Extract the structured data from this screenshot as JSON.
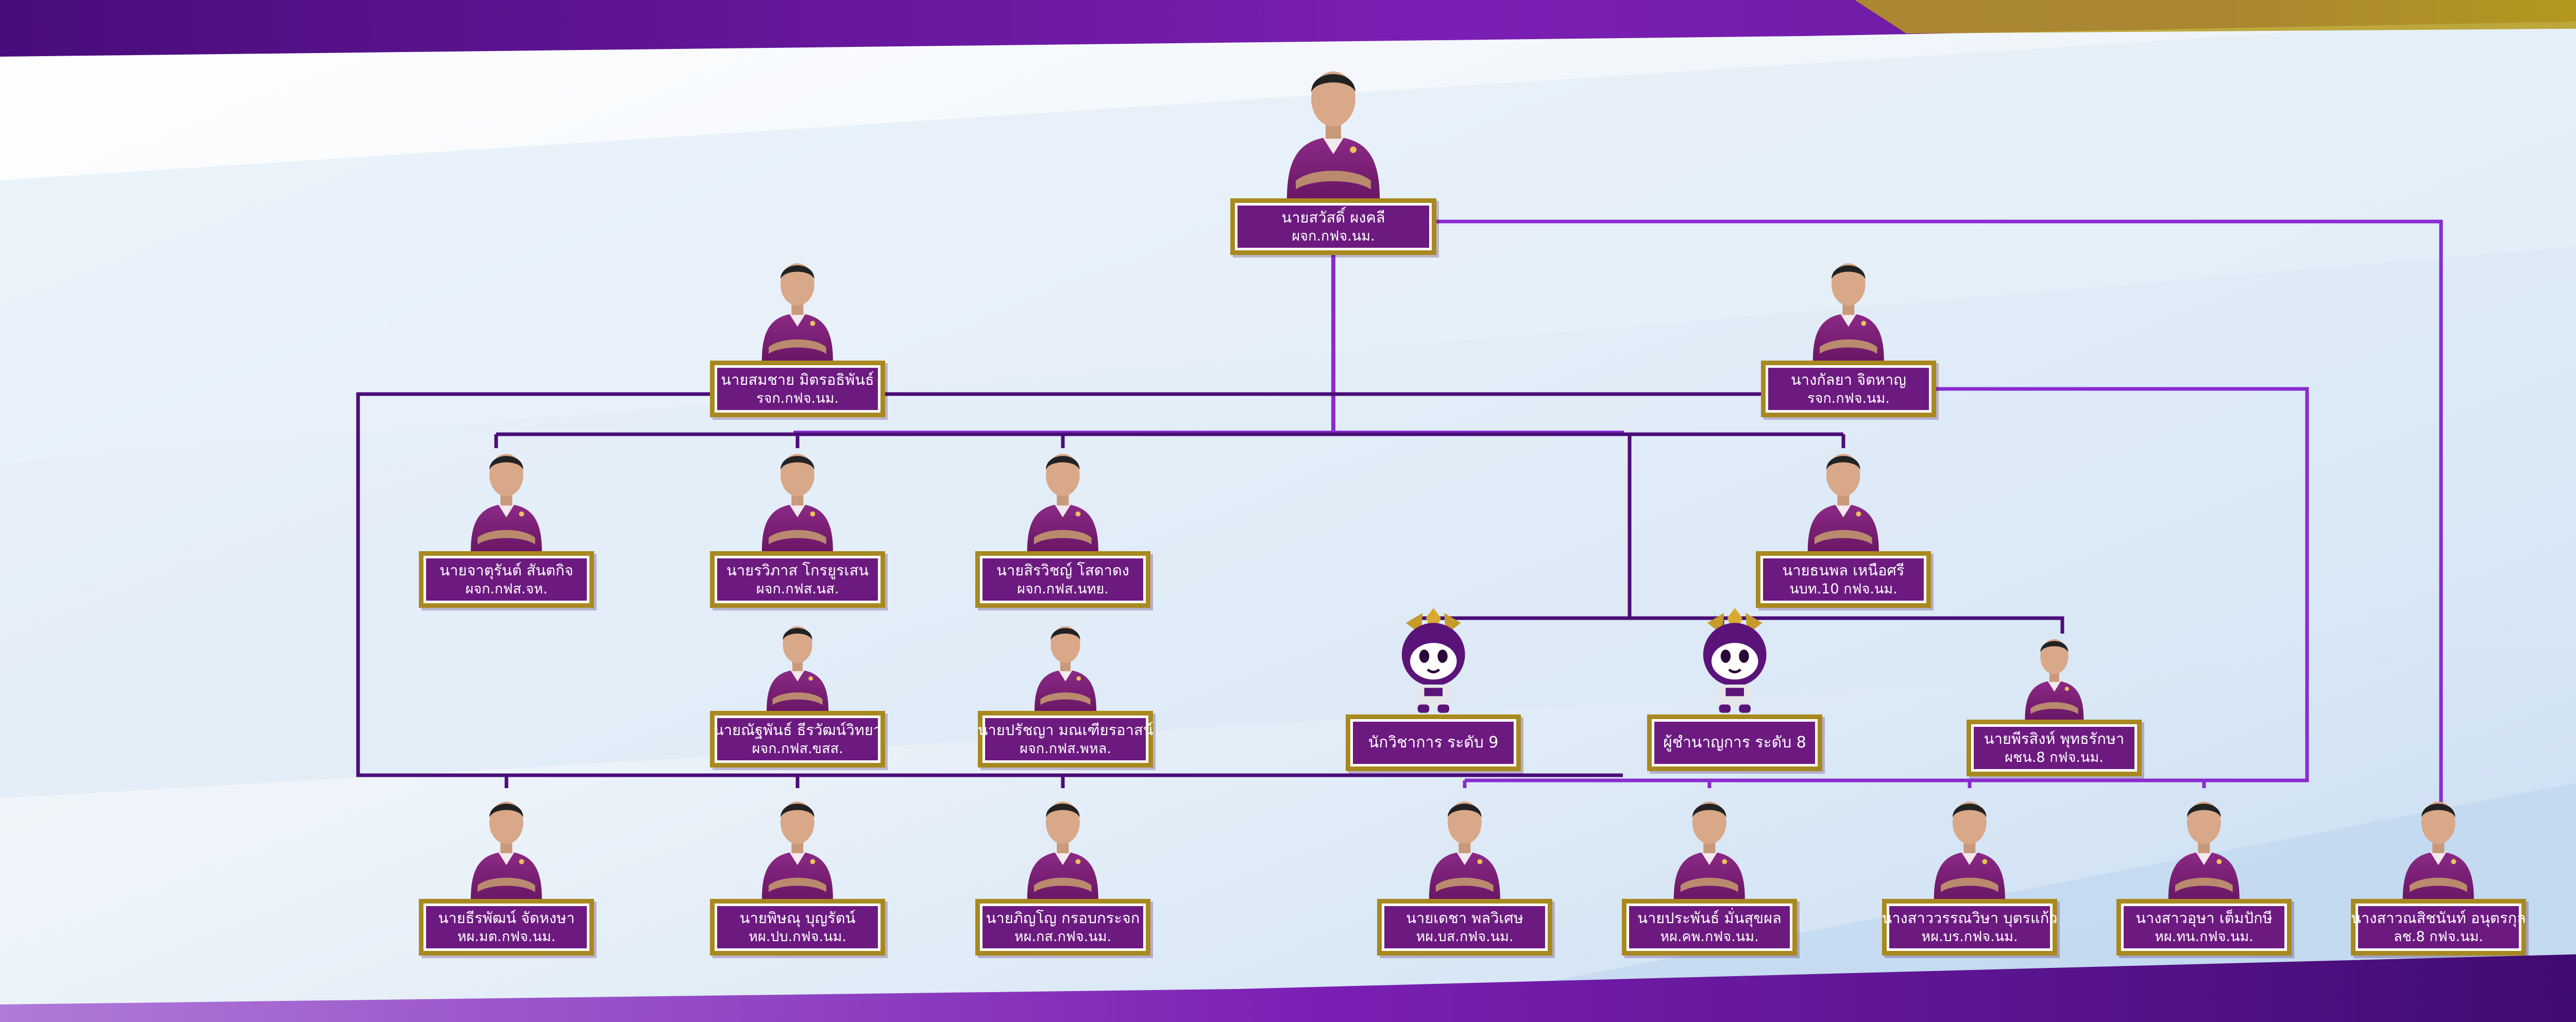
{
  "colors": {
    "primary_purple": "#6c1a80",
    "dark_purple": "#3e0a5e",
    "line_purple": "#8a2bd0",
    "line_dark": "#4a0d78",
    "gold": "#a8891f",
    "bg_blue": "#cfe0f2",
    "bg_light": "#eef4fa"
  },
  "org": {
    "top": {
      "name": "นายสวัสดิ์  ผงคลี",
      "position": "ผจก.กฟจ.นม."
    },
    "deputies": [
      {
        "name": "นายสมชาย  มิตรอธิพันธ์",
        "position": "รจก.กฟจ.นม."
      },
      {
        "name": "นางกัลยา จิตหาญ",
        "position": "รจก.กฟจ.นม."
      }
    ],
    "branch_managers": [
      {
        "name": "นายจาตุรันต์ สันตกิจ",
        "position": "ผจก.กฟส.จห."
      },
      {
        "name": "นายรวิภาส โกรยูรเสน",
        "position": "ผจก.กฟส.นส."
      },
      {
        "name": "นายสิรวิชญ์  โสดาดง",
        "position": "ผจก.กฟส.นทย."
      },
      {
        "name": "นายณัฐพันธ์ ธีรวัฒน์วิทยา",
        "position": "ผจก.กฟส.ขสส."
      },
      {
        "name": "นายปรัชญา มณเฑียรอาสน์",
        "position": "ผจก.กฟส.พหล."
      }
    ],
    "staff_head": {
      "name": "นายธนพล เหนือศรี",
      "position": "นบท.10 กฟจ.นม."
    },
    "specialists": [
      {
        "name": "นักวิชาการ ระดับ 9"
      },
      {
        "name": "ผู้ชำนาญการ ระดับ 8"
      }
    ],
    "dept_head": {
      "name": "นายพีรสิงห์  พุทธรักษา",
      "position": "ผชน.8 กฟจ.นม."
    },
    "division_heads_left": [
      {
        "name": "นายธีรพัฒน์ จัดหงษา",
        "position": "หผ.มต.กฟจ.นม."
      },
      {
        "name": "นายพิษณุ บุญรัตน์",
        "position": "หผ.ปบ.กฟจ.นม."
      },
      {
        "name": "นายภิญโญ กรอบกระจก",
        "position": "หผ.กส.กฟจ.นม."
      }
    ],
    "division_heads_right": [
      {
        "name": "นายเดชา พลวิเศษ",
        "position": "หผ.บส.กฟจ.นม."
      },
      {
        "name": "นายประพันธ์ มั่นสุขผล",
        "position": "หผ.คพ.กฟจ.นม."
      },
      {
        "name": "นางสาววรรณวิษา บุตรแก้ว",
        "position": "หผ.บร.กฟจ.นม."
      },
      {
        "name": "นางสาวอุษา เต็มปักษี",
        "position": "หผ.ทน.กฟจ.นม."
      },
      {
        "name": "นางสาวณสิชนันท์ อนุตรกุล",
        "position": "ลช.8 กฟจ.นม."
      }
    ]
  }
}
